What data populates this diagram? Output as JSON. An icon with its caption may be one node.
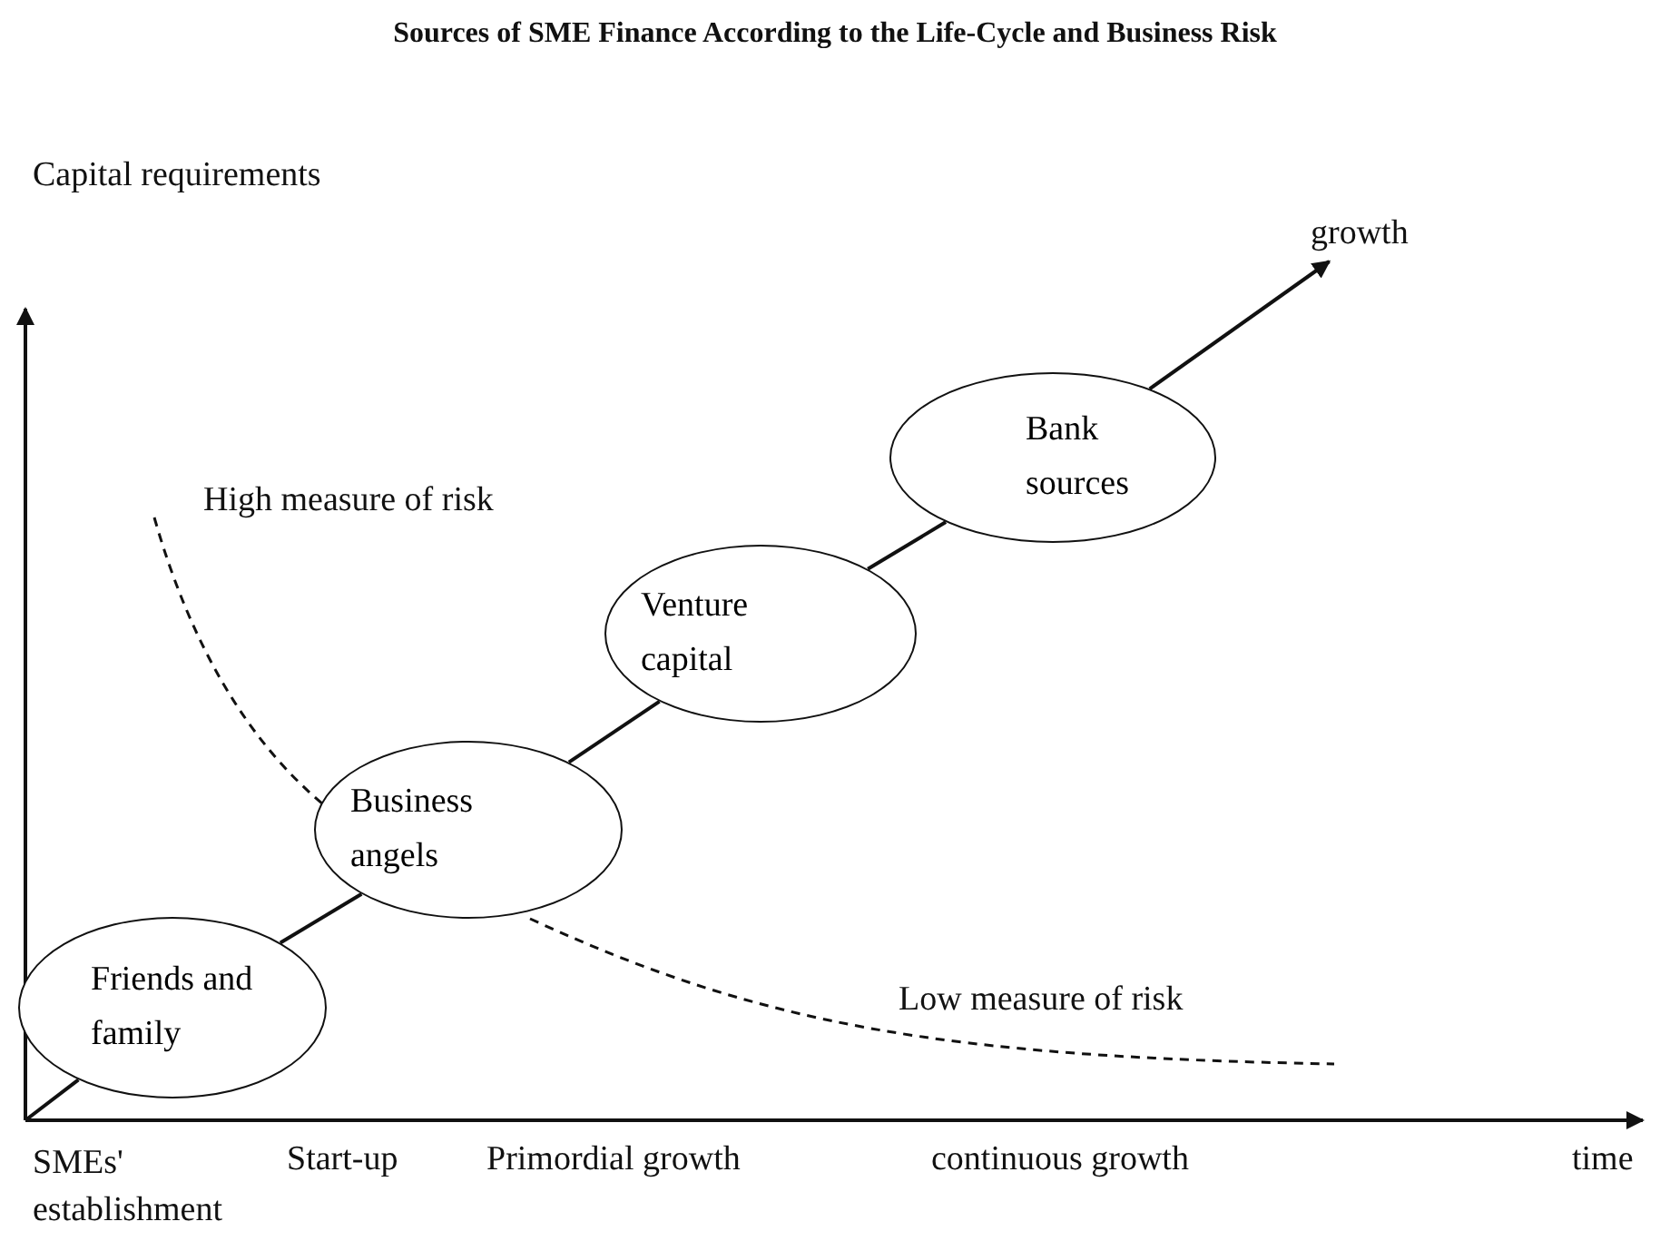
{
  "diagram": {
    "title": "Sources of SME Finance According to the Life-Cycle and Business Risk",
    "nodes": [
      {
        "text": [
          "Friends and family"
        ]
      },
      {
        "text": [
          "Business angels"
        ]
      },
      {
        "text": [
          "Venture capital"
        ]
      },
      {
        "text": [
          "Bank sources"
        ]
      },
      {
        "text": [
          "growth"
        ]
      }
    ],
    "edges": [
      {
        "from": null,
        "to": 0,
        "arrow": "none"
      },
      {
        "from": 0,
        "to": 1,
        "arrow": "none"
      },
      {
        "from": 1,
        "to": 2,
        "arrow": "none"
      },
      {
        "from": 2,
        "to": 3,
        "arrow": "none"
      },
      {
        "from": 3,
        "to": 4,
        "arrow": "to"
      }
    ],
    "labels": [
      "Capital requirements",
      "High measure of risk",
      "Low measure of risk",
      "SMEs' establishment",
      "Start-up",
      "Primordial growth",
      "continuous growth",
      "time"
    ]
  }
}
